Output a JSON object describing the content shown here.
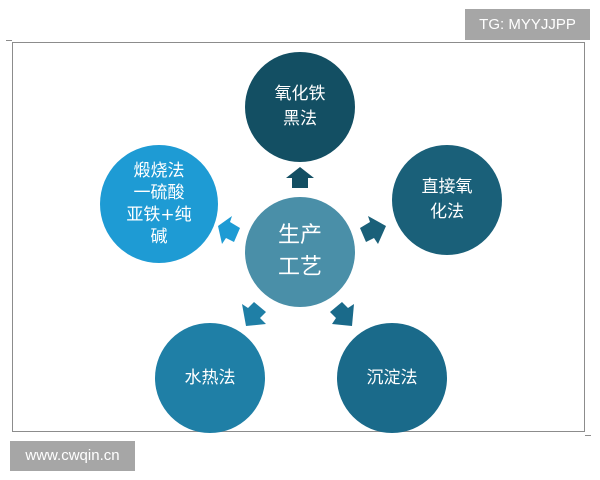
{
  "watermark_top": "TG: MYYJJPP",
  "watermark_bottom": "www.cwqin.cn",
  "diagram": {
    "center": {
      "line1": "生产",
      "line2": "工艺",
      "color": "#4a8fa8"
    },
    "nodes": [
      {
        "id": "top",
        "line1": "氧化铁",
        "line2": "黑法",
        "color": "#134f63"
      },
      {
        "id": "right",
        "line1": "直接氧",
        "line2": "化法",
        "color": "#1a6079"
      },
      {
        "id": "bottom-right",
        "line1": "沉淀法",
        "color": "#1a6a8a"
      },
      {
        "id": "bottom-left",
        "line1": "水热法",
        "color": "#1f7fa6"
      },
      {
        "id": "left",
        "line1": "煅烧法",
        "line2": "一硫酸",
        "line3": "亚铁+纯",
        "line4": "碱",
        "color": "#1e9bd4"
      }
    ]
  }
}
